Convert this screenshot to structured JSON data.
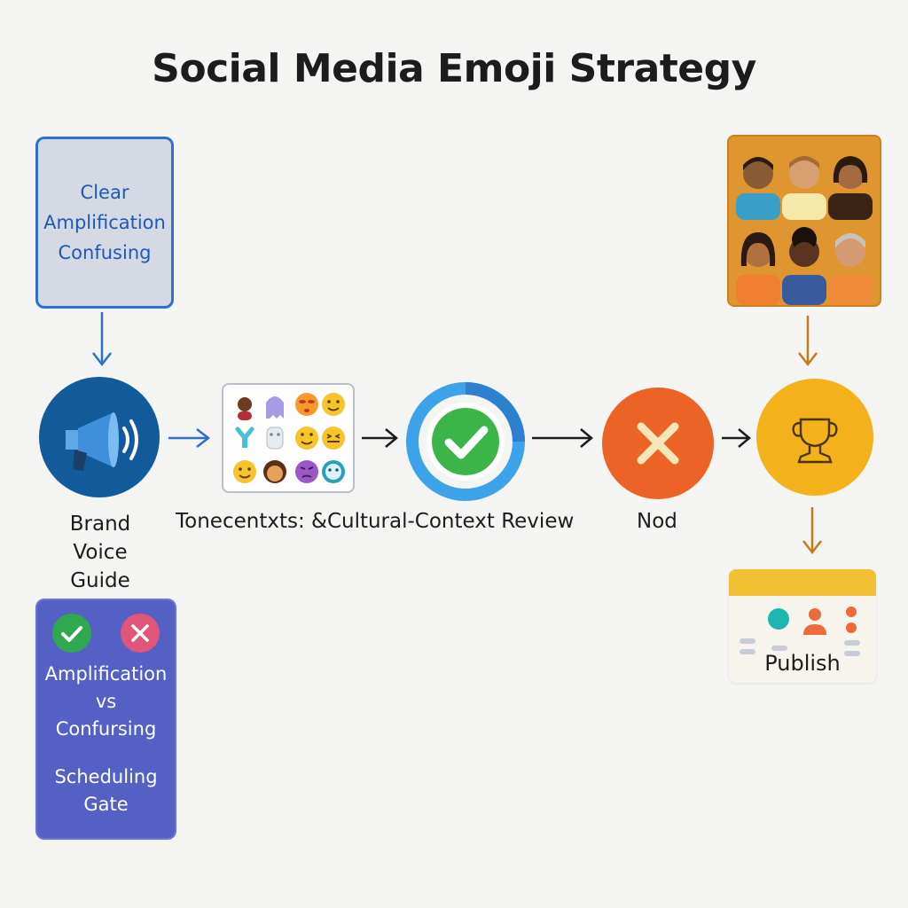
{
  "title": "Social Media Emoji Strategy",
  "note_top": {
    "lines": [
      "Clear",
      "Amplification",
      "Confusing"
    ]
  },
  "nodes": {
    "brand_voice": {
      "lines": [
        "Brand",
        "Voice",
        "Guide"
      ]
    },
    "tone_review": {
      "label": "Tonecentxts: &Cultural-Context Review"
    },
    "reject": {
      "label": "Nod"
    },
    "publish": {
      "label": "Publish"
    }
  },
  "panel_bottom": {
    "lines": [
      "Amplification",
      "vs",
      "Confursing"
    ],
    "gate_lines": [
      "Scheduling",
      "Gate"
    ]
  },
  "colors": {
    "blue_accent": "#2e6fd0",
    "megaphone_bg": "#125a9a",
    "check_green": "#3bb44a",
    "reject_orange": "#ec6327",
    "gold": "#f3b21c",
    "panel_purple": "#5560c4"
  },
  "icons": {
    "megaphone": "megaphone-icon",
    "check": "check-icon",
    "cross": "cross-icon",
    "trophy": "trophy-icon",
    "check_small": "check-circle-icon",
    "cross_small": "cross-circle-icon"
  }
}
